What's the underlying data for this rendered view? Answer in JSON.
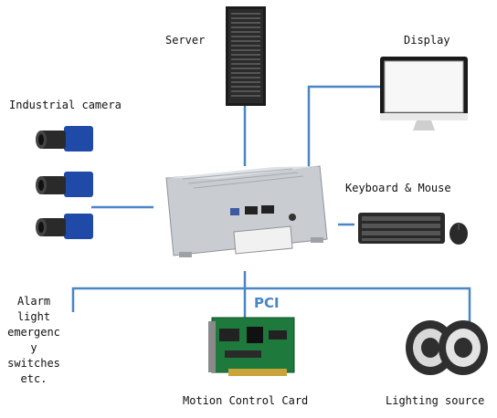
{
  "diagram": {
    "nodes": {
      "server": "Server",
      "display": "Display",
      "camera": "Industrial camera",
      "keyboard": "Keyboard & Mouse",
      "alarm": [
        "Alarm",
        "light",
        "emergenc",
        "y",
        "switches",
        "etc."
      ],
      "motion_card": "Motion Control Card",
      "lighting": "Lighting source"
    },
    "bus_label": "PCI",
    "colors": {
      "connector_line": "#4a86c5",
      "bus_label": "#4a86c5",
      "device_metal": "#c9ccd0",
      "server_body": "#1b1b1b",
      "pcb_green": "#1e7a3c"
    }
  }
}
